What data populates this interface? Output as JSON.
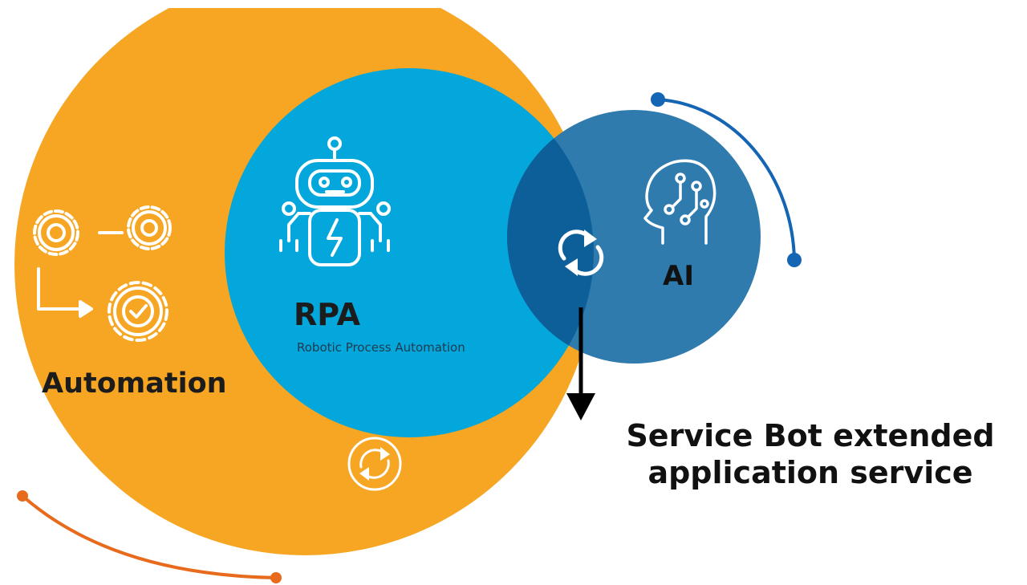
{
  "colors": {
    "automation_orange": "#F6A623",
    "rpa_blue": "#03A7DB",
    "ai_blue": "#2F7BAE",
    "overlap_blue": "#0D5F9A",
    "arc_orange": "#E86A1C",
    "arc_blue": "#1565B5"
  },
  "icons": {
    "automation": "gears-flow-icon",
    "rpa": "robot-icon",
    "ai": "ai-head-circuit-icon",
    "overlap": "sync-arrows-icon",
    "automation_bottom": "sync-circle-icon"
  },
  "automation": {
    "label": "Automation"
  },
  "rpa": {
    "label": "RPA",
    "sublabel": "Robotic Process Automation"
  },
  "ai": {
    "label": "AI"
  },
  "output": {
    "label": "Service Bot extended application service"
  }
}
